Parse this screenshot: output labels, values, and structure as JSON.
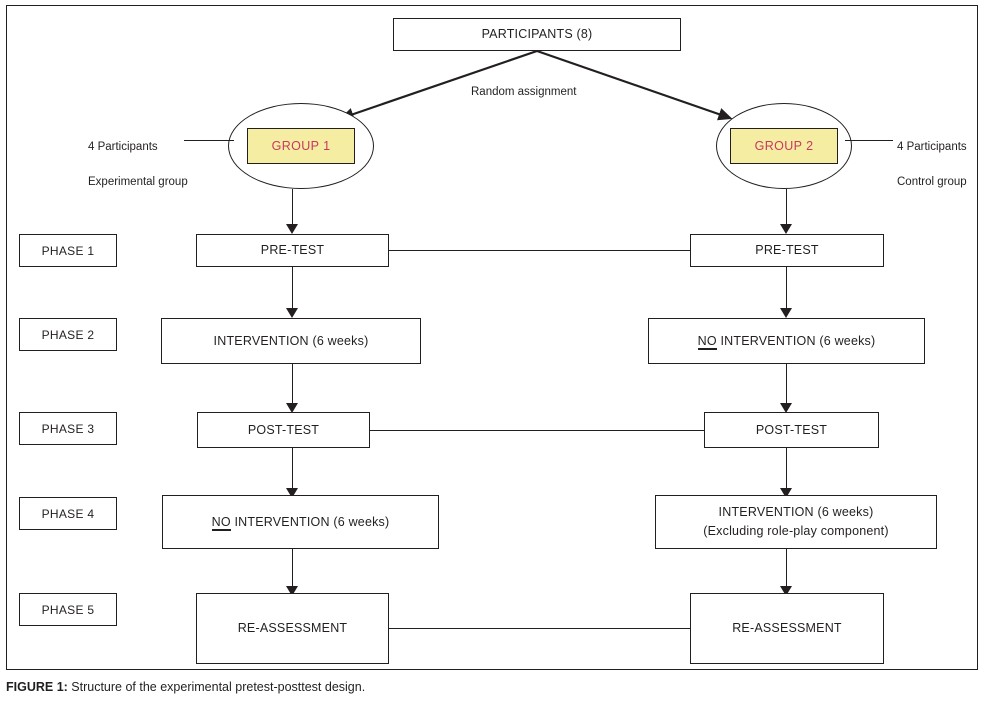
{
  "figure": {
    "caption_label": "FIGURE 1:",
    "caption_text": " Structure of the experimental pretest-posttest design."
  },
  "colors": {
    "group_chip_fill": "#f5eda2",
    "group_chip_text": "#c83a62",
    "line": "#231f20",
    "box_fill": "#ffffff"
  },
  "top": {
    "participants_label": "PARTICIPANTS (8)",
    "random_assignment_label": "Random assignment"
  },
  "groups": [
    {
      "chip_label": "GROUP 1",
      "annotation_line1": "4 Participants",
      "annotation_line2": "Experimental group"
    },
    {
      "chip_label": "GROUP 2",
      "annotation_line1": "4 Participants",
      "annotation_line2": "Control group"
    }
  ],
  "phases": [
    {
      "label": "PHASE 1"
    },
    {
      "label": "PHASE 2"
    },
    {
      "label": "PHASE 3"
    },
    {
      "label": "PHASE 4"
    },
    {
      "label": "PHASE 5"
    }
  ],
  "left_column": [
    {
      "line1": "PRE-TEST",
      "line2": ""
    },
    {
      "line1": "INTERVENTION (6 weeks)",
      "line2": ""
    },
    {
      "line1": "POST-TEST",
      "line2": ""
    },
    {
      "prefix": "NO",
      "line1": " INTERVENTION (6 weeks)",
      "line2": ""
    },
    {
      "line1": "RE-ASSESSMENT",
      "line2": ""
    }
  ],
  "right_column": [
    {
      "line1": "PRE-TEST",
      "line2": ""
    },
    {
      "prefix": "NO",
      "line1": " INTERVENTION (6 weeks)",
      "line2": ""
    },
    {
      "line1": "POST-TEST",
      "line2": ""
    },
    {
      "line1": "INTERVENTION (6 weeks)",
      "line2": "(Excluding role-play component)"
    },
    {
      "line1": "RE-ASSESSMENT",
      "line2": ""
    }
  ]
}
